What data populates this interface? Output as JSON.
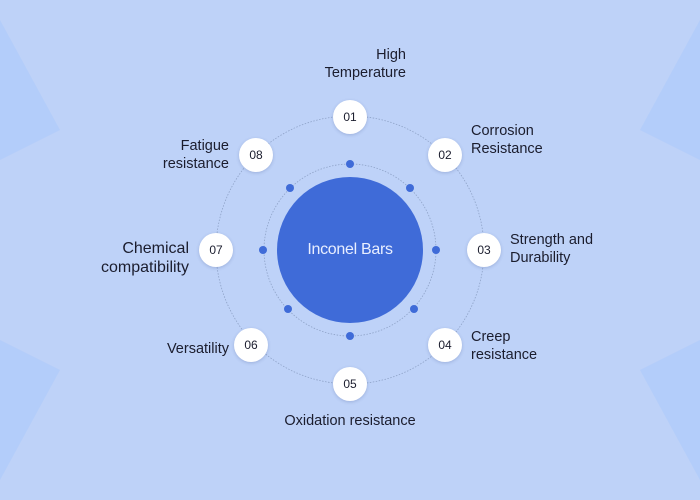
{
  "center": {
    "label": "Inconel Bars"
  },
  "colors": {
    "background": "#bed2f8",
    "center": "#3f6bd8",
    "dot": "#3f6bd8",
    "text": "#1b1d2e"
  },
  "items": [
    {
      "num": "01",
      "label_lines": [
        "High",
        "Temperature"
      ]
    },
    {
      "num": "02",
      "label_lines": [
        "Corrosion",
        "Resistance"
      ]
    },
    {
      "num": "03",
      "label_lines": [
        "Strength and",
        "Durability"
      ]
    },
    {
      "num": "04",
      "label_lines": [
        "Creep",
        "resistance"
      ]
    },
    {
      "num": "05",
      "label_lines": [
        "Oxidation resistance"
      ]
    },
    {
      "num": "06",
      "label_lines": [
        "Versatility"
      ]
    },
    {
      "num": "07",
      "label_lines": [
        "Chemical",
        "compatibility"
      ]
    },
    {
      "num": "08",
      "label_lines": [
        "Fatigue",
        "resistance"
      ]
    }
  ]
}
